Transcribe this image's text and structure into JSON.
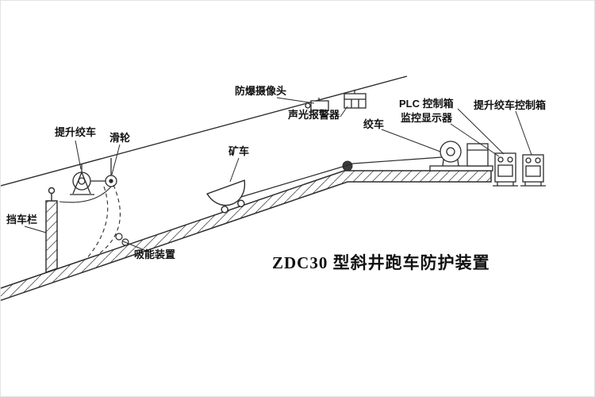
{
  "diagram": {
    "title": "ZDC30 型斜井跑车防护装置",
    "labels": {
      "camera": "防爆摄像头",
      "alarm": "声光报警器",
      "plc_box": "PLC 控制箱",
      "monitor": "监控显示器",
      "hoist_control_box": "提升绞车控制箱",
      "winch": "绞车",
      "hoist_winch": "提升绞车",
      "pulley": "滑轮",
      "mine_car": "矿车",
      "barrier": "挡车栏",
      "absorber": "吸能装置"
    },
    "colors": {
      "line": "#2b2b2b",
      "text": "#111111",
      "background": "#ffffff"
    }
  }
}
